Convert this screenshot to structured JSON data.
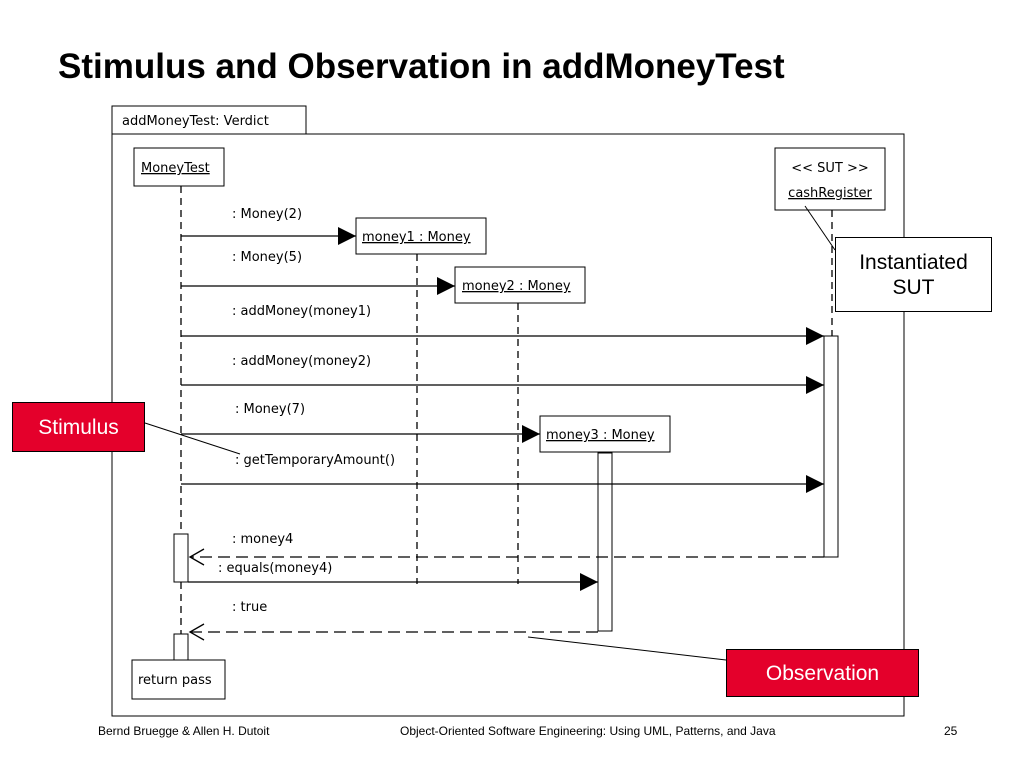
{
  "slide": {
    "title": "Stimulus and Observation in addMoneyTest"
  },
  "diagram": {
    "frame_label": "addMoneyTest: Verdict",
    "objects": {
      "moneytest": "MoneyTest",
      "sut_stereotype": "<< SUT >>",
      "sut_name": "cashRegister",
      "money1": "money1 : Money",
      "money2": "money2 : Money",
      "money3": "money3 : Money",
      "return_pass": "return pass"
    },
    "messages": [
      ": Money(2)",
      ": Money(5)",
      ": addMoney(money1)",
      ": addMoney(money2)",
      ": Money(7)",
      ": getTemporaryAmount()",
      ": money4",
      ": equals(money4)",
      ": true"
    ]
  },
  "callouts": {
    "sut_line1": "Instantiated",
    "sut_line2": "SUT",
    "stimulus": "Stimulus",
    "observation": "Observation",
    "accent_color": "#e4002b"
  },
  "footer": {
    "authors": "Bernd Bruegge & Allen H. Dutoit",
    "course": "Object-Oriented Software Engineering: Using UML, Patterns, and Java",
    "page": "25"
  }
}
